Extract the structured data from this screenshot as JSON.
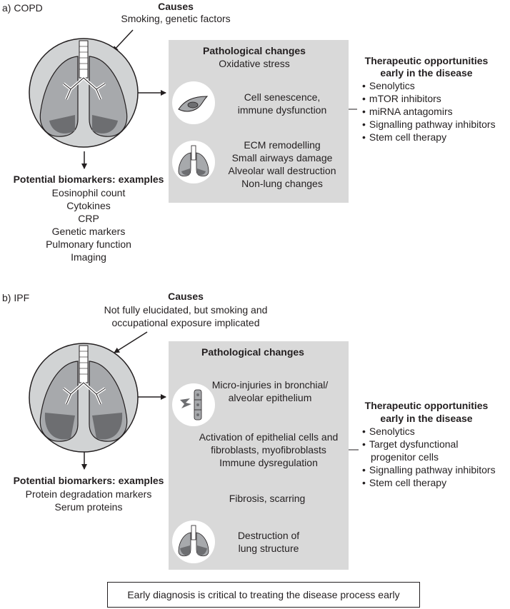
{
  "copd": {
    "label": "a) COPD",
    "causes_title": "Causes",
    "causes_text": "Smoking, genetic factors",
    "patho_title": "Pathological changes",
    "patho_steps": [
      "Oxidative stress",
      "Cell senescence,",
      "immune dysfunction",
      "ECM remodelling",
      "Small airways damage",
      "Alveolar wall destruction",
      "Non-lung changes"
    ],
    "therapy_title_1": "Therapeutic opportunities",
    "therapy_title_2": "early in the disease",
    "therapies": [
      "Senolytics",
      "mTOR inhibitors",
      "miRNA antagomirs",
      "Signalling pathway inhibitors",
      "Stem cell therapy"
    ],
    "biomarkers_title": "Potential biomarkers: examples",
    "biomarkers": [
      "Eosinophil count",
      "Cytokines",
      "CRP",
      "Genetic markers",
      "Pulmonary function",
      "Imaging"
    ],
    "icons": [
      "lungs-circle-icon",
      "senescent-cell-icon",
      "damaged-lungs-icon"
    ]
  },
  "ipf": {
    "label": "b) IPF",
    "causes_title": "Causes",
    "causes_line1": "Not fully elucidated, but smoking and",
    "causes_line2": "occupational exposure implicated",
    "patho_title": "Pathological changes",
    "patho_steps": [
      "Micro-injuries in bronchial/",
      "alveolar epithelium",
      "Activation of epithelial cells and",
      "fibroblasts, myofibroblasts",
      "Immune dysregulation",
      "Fibrosis, scarring",
      "Destruction of",
      "lung structure"
    ],
    "therapy_title_1": "Therapeutic opportunities",
    "therapy_title_2": "early in the disease",
    "therapies": [
      "Senolytics",
      "Target dysfunctional",
      "progenitor cells",
      "Signalling pathway inhibitors",
      "Stem cell therapy"
    ],
    "biomarkers_title": "Potential biomarkers: examples",
    "biomarkers": [
      "Protein degradation markers",
      "Serum proteins"
    ],
    "icons": [
      "lungs-circle-icon",
      "injured-epithelium-icon",
      "fibrotic-lungs-icon"
    ]
  },
  "footer": "Early diagnosis is critical to treating the disease process early",
  "colors": {
    "panel": "#d9d9d9",
    "lung_dark": "#6d6e71",
    "lung_light": "#a7a9ac",
    "ink": "#231f20"
  }
}
